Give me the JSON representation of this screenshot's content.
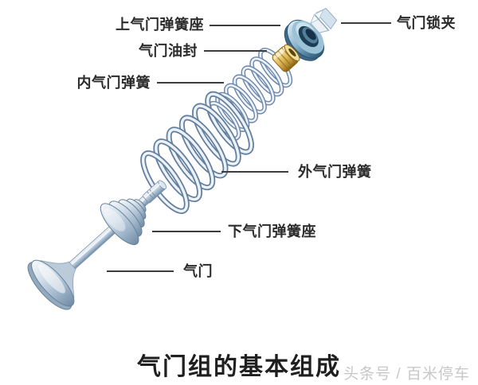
{
  "diagram": {
    "title": "气门组的基本组成",
    "watermark": "头条号 / 百米停车",
    "labels": {
      "upper_spring_seat": "上气门弹簧座",
      "valve_lock_clip": "气门锁夹",
      "valve_oil_seal": "气门油封",
      "inner_valve_spring": "内气门弹簧",
      "outer_valve_spring": "外气门弹簧",
      "lower_spring_seat": "下气门弹簧座",
      "valve": "气门"
    },
    "colors": {
      "background": "#ffffff",
      "label_text": "#2b2b2b",
      "leader_line": "#3c3c3c",
      "steel_blue": "#7fa8c4",
      "retainer_blue": "#4a7897",
      "oil_seal_gold": "#d8ae4c",
      "watermark_gray": "#c8c8c8"
    }
  }
}
